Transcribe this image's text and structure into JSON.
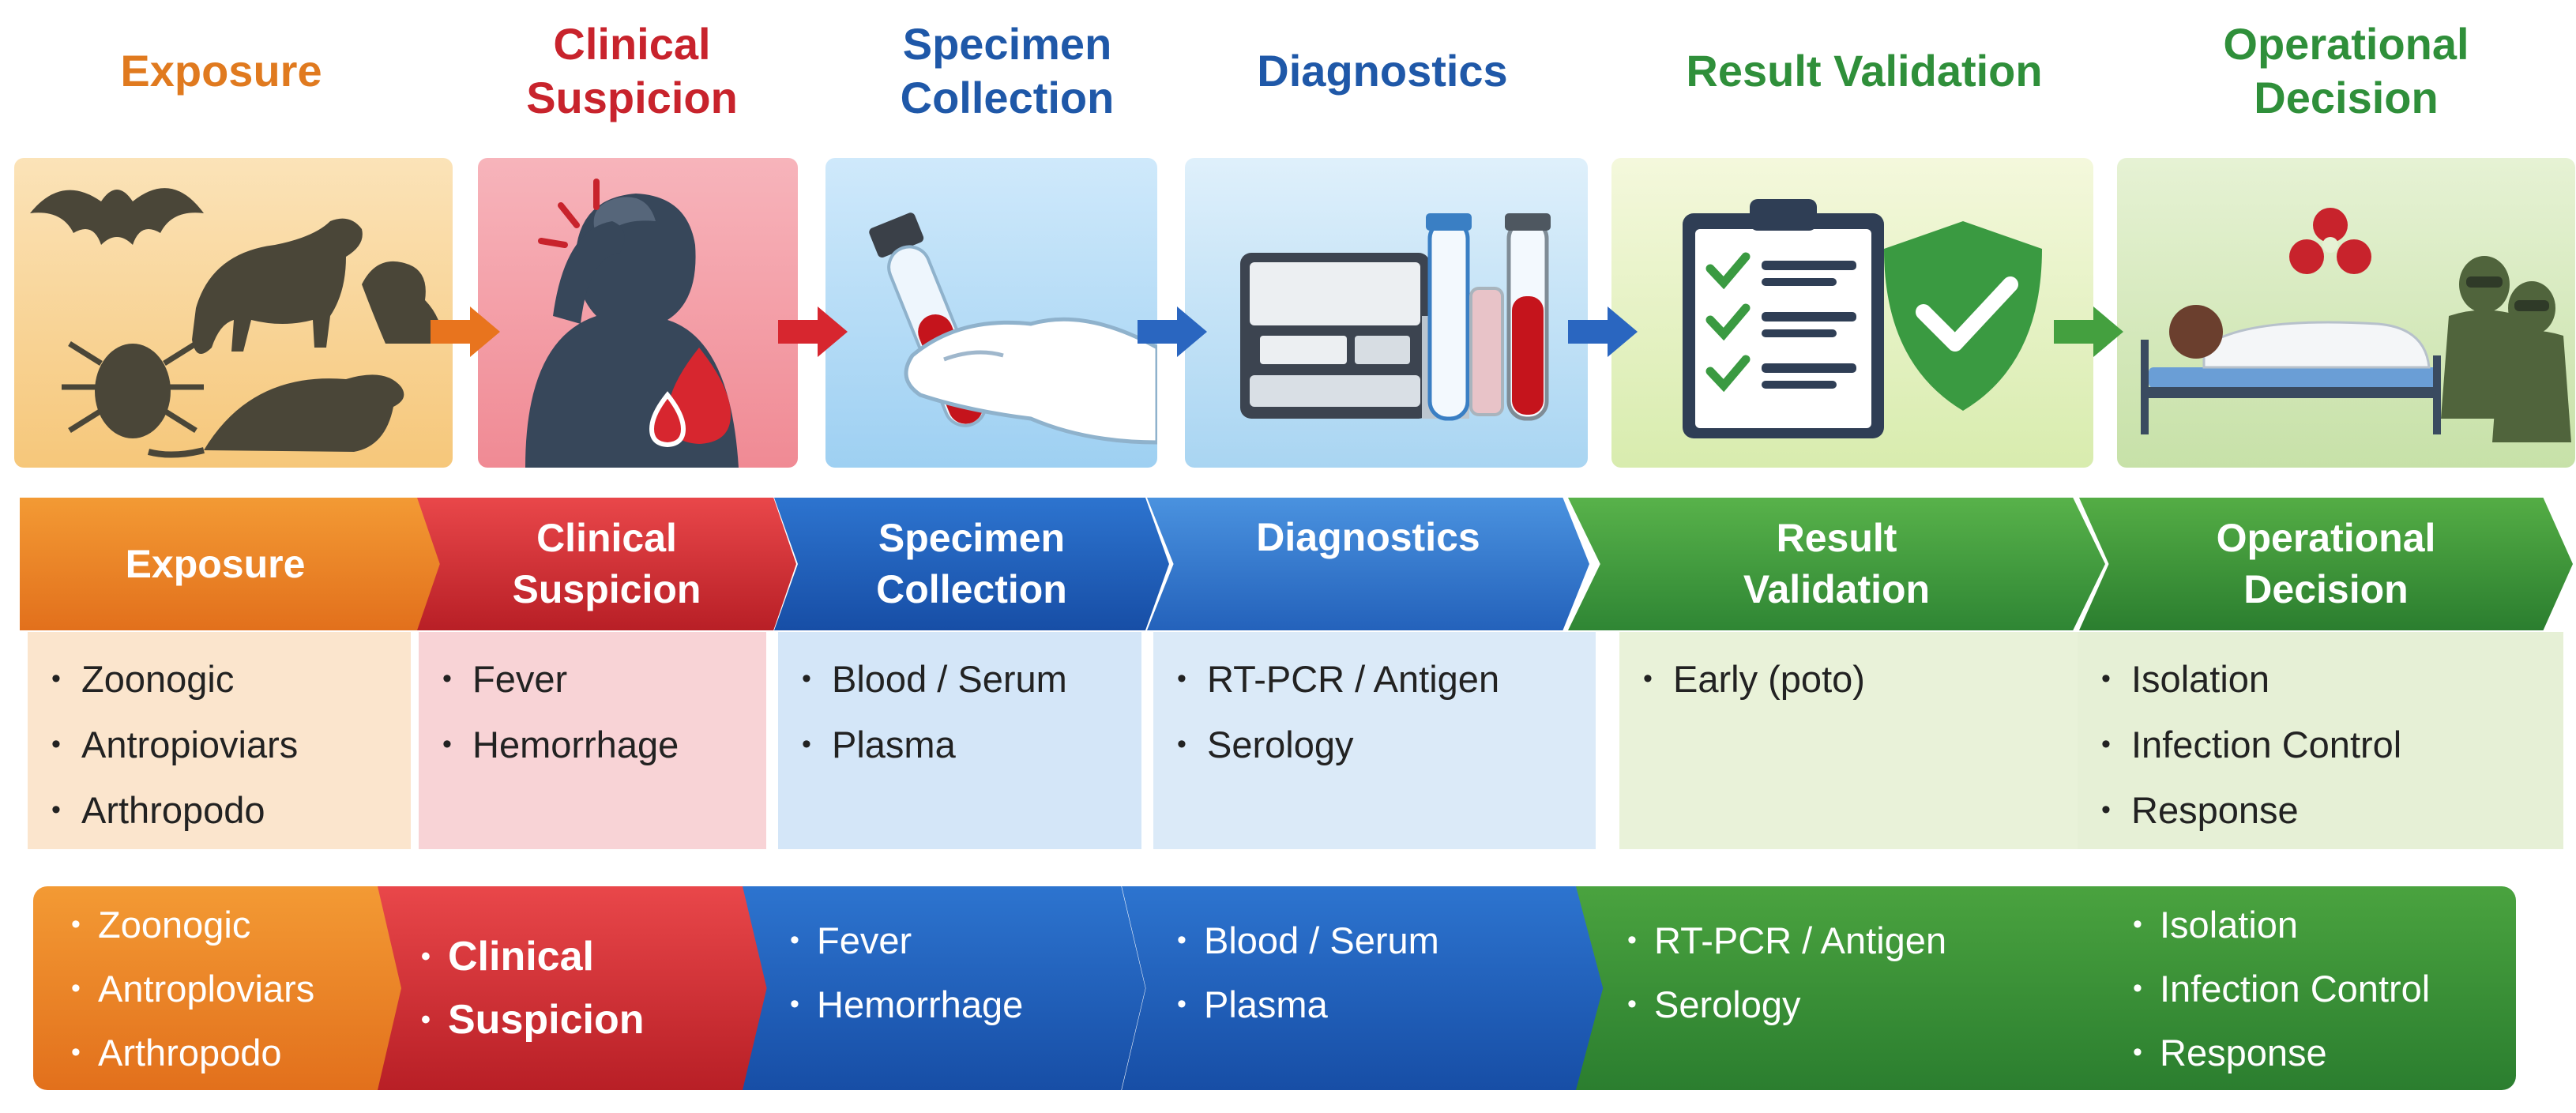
{
  "colors": {
    "orange": "#e07a1f",
    "red": "#c8232c",
    "blue": "#1f58a8",
    "green": "#2f8f3a"
  },
  "stages": [
    {
      "id": "exposure",
      "color": "#e07a1f",
      "title": [
        "Exposure"
      ],
      "chevron": [
        "Exposure"
      ],
      "icon": "animal-vectors-icon",
      "items": [
        "Zoonogic",
        "Antropioviars",
        "Arthropodo"
      ]
    },
    {
      "id": "clinical-suspicion",
      "color": "#c8232c",
      "title": [
        "Clinical",
        "Suspicion"
      ],
      "chevron": [
        "Clinical",
        "Suspicion"
      ],
      "icon": "sick-patient-icon",
      "items": [
        "Fever",
        "Hemorrhage"
      ]
    },
    {
      "id": "specimen-collection",
      "color": "#1f58a8",
      "title": [
        "Specimen",
        "Collection"
      ],
      "chevron": [
        "Specimen",
        "Collection"
      ],
      "icon": "blood-tube-icon",
      "items": [
        "Blood / Serum",
        "Plasma"
      ]
    },
    {
      "id": "diagnostics",
      "color": "#1f58a8",
      "title": [
        "Diagnostics"
      ],
      "chevron": [
        "Diagnostics"
      ],
      "icon": "lab-analyzer-icon",
      "items": [
        "RT-PCR / Antigen",
        "Serology"
      ]
    },
    {
      "id": "result-validation",
      "color": "#2f8f3a",
      "title": [
        "Result Validation"
      ],
      "chevron": [
        "Result",
        "Validation"
      ],
      "icon": "checklist-shield-icon",
      "items": [
        "Early (poto)"
      ]
    },
    {
      "id": "operational-decision",
      "color": "#2f8f3a",
      "title": [
        "Operational",
        "Decision"
      ],
      "chevron": [
        "Operational",
        "Decision"
      ],
      "icon": "isolation-response-icon",
      "items": [
        "Isolation",
        "Infection Control",
        "Response"
      ]
    }
  ],
  "bottom_band": [
    [
      "Zoonogic",
      "Antroploviars",
      "Arthropodo"
    ],
    [
      "Clinical",
      "Suspicion"
    ],
    [
      "Fever",
      "Hemorrhage"
    ],
    [
      "Blood / Serum",
      "Plasma"
    ],
    [
      "RT-PCR / Antigen",
      "Serology"
    ],
    [
      "Isolation",
      "Infection Control",
      "Response"
    ]
  ]
}
